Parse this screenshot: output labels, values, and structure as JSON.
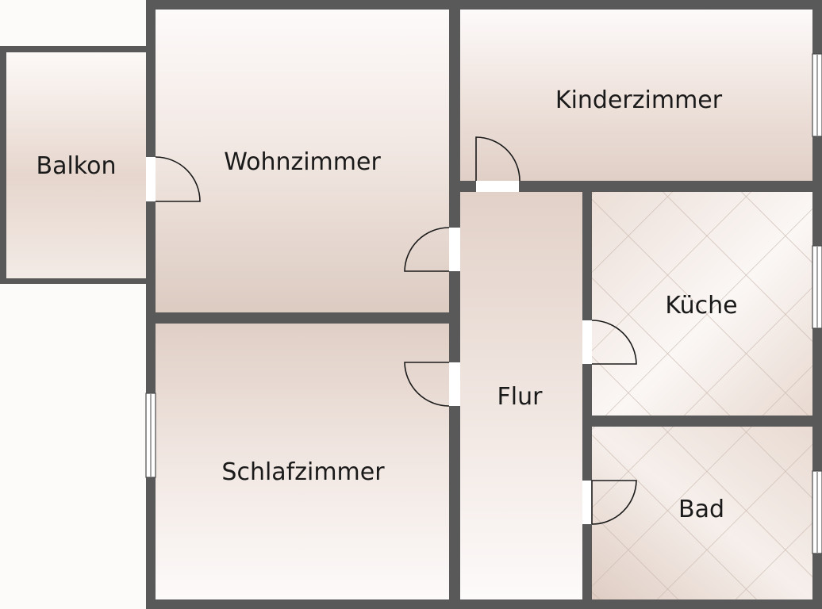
{
  "rooms": {
    "balkon": "Balkon",
    "wohnzimmer": "Wohnzimmer",
    "kinderzimmer": "Kinderzimmer",
    "kueche": "Küche",
    "flur": "Flur",
    "schlafzimmer": "Schlafzimmer",
    "bad": "Bad"
  },
  "colors": {
    "wall": "#595959",
    "floor_light": "#fdf9f7",
    "floor_dark": "#e2d1c8",
    "tile_line": "#c8b6ab"
  }
}
